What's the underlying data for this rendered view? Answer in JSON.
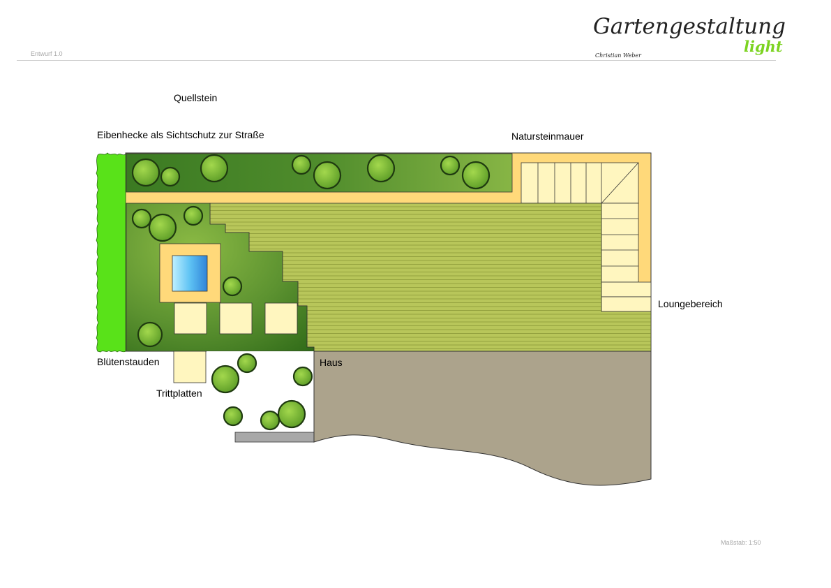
{
  "header": {
    "title": "Gartengestaltung",
    "subtitle": "light",
    "author": "Christian Weber",
    "draft": "Entwurf 1.0"
  },
  "footer": {
    "scale": "Maßstab: 1:50"
  },
  "labels": {
    "quellstein": "Quellstein",
    "eibenhecke": "Eibenhecke als Sichtschutz zur Straße",
    "natursteinmauer": "Natursteinmauer",
    "loungebereich": "Loungebereich",
    "bluetenstauden": "Blütenstauden",
    "haus": "Haus",
    "trittplatten": "Trittplatten"
  },
  "colors": {
    "hedge": "#59e219",
    "bed_light": "#8bba44",
    "bed_dark": "#336b1a",
    "wall": "#ffd97a",
    "deck": "#b8c65a",
    "deck_line": "#6f7d22",
    "pavers": "#fff6bf",
    "water": "#56b9f0",
    "house": "#aca38c",
    "shrub": "#8ccc3c"
  }
}
